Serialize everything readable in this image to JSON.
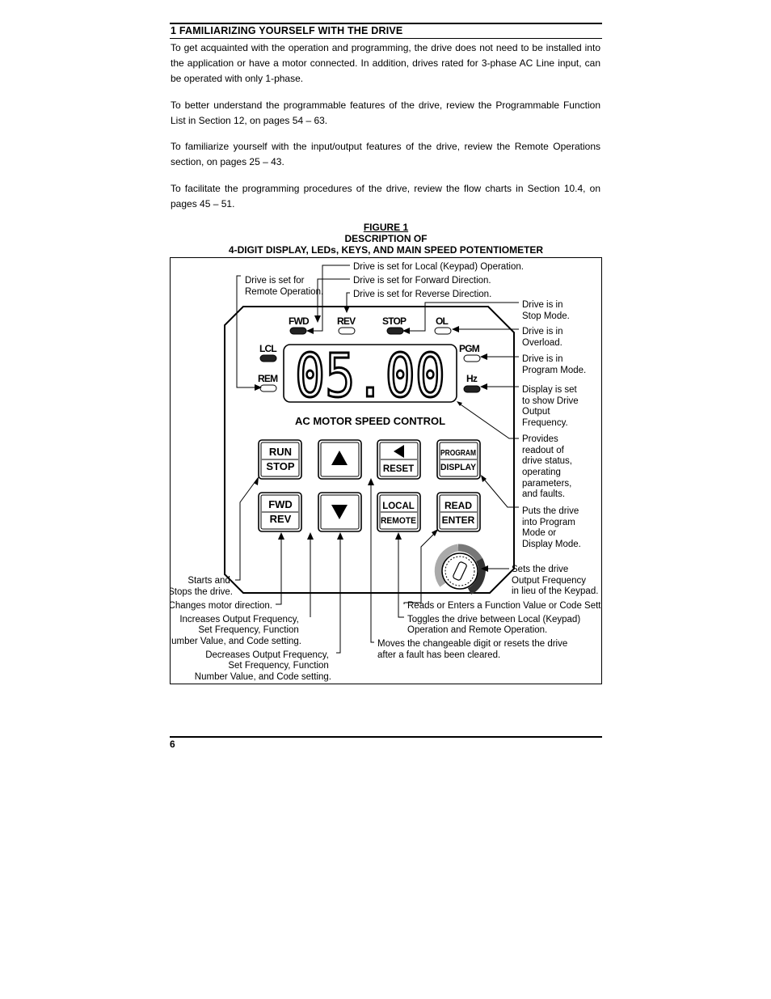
{
  "section": {
    "title": "1    FAMILIARIZING YOURSELF WITH THE DRIVE"
  },
  "paragraphs": [
    "To get acquainted with the operation and programming, the drive does not need to be installed into the application or have a motor connected. In addition, drives rated for 3-phase AC Line input, can be operated with only 1-phase.",
    "To better understand the programmable features of the drive, review the Programmable Function List in Section 12, on pages 54 – 63.",
    "To familiarize yourself with the input/output features of the drive, review the Remote Operations section, on pages 25 – 43.",
    "To facilitate the programming procedures of the drive, review the flow charts in Section 10.4, on pages 45 – 51."
  ],
  "figure": {
    "number": "FIGURE 1",
    "caption_line1": "DESCRIPTION OF",
    "caption_line2": "4-DIGIT DISPLAY, LEDs, KEYS, AND MAIN SPEED POTENTIOMETER",
    "display_value": "05.00",
    "panel_title": "AC MOTOR SPEED CONTROL",
    "leds": {
      "fwd": "FWD",
      "rev": "REV",
      "stop": "STOP",
      "ol": "OL",
      "lcl": "LCL",
      "rem": "REM",
      "pgm": "PGM",
      "hz": "Hz"
    },
    "keys": {
      "run": "RUN",
      "stop": "STOP",
      "fwd": "FWD",
      "rev": "REV",
      "reset": "RESET",
      "local": "LOCAL",
      "remote": "REMOTE",
      "program": "PROGRAM",
      "display": "DISPLAY",
      "read": "READ",
      "enter": "ENTER"
    },
    "callouts": {
      "remote_op": [
        "Drive is set for",
        "Remote Operation."
      ],
      "local_op": "Drive is set for Local (Keypad) Operation.",
      "forward": "Drive is set for Forward Direction.",
      "reverse": "Drive is set for Reverse Direction.",
      "stop_mode": [
        "Drive is in",
        "Stop Mode."
      ],
      "overload": [
        "Drive is in",
        "Overload."
      ],
      "program_mode": [
        "Drive is in",
        "Program Mode."
      ],
      "output_freq": [
        "Display is set",
        "to show Drive",
        "Output",
        "Frequency."
      ],
      "readout": [
        "Provides",
        "readout of",
        "drive status,",
        "operating",
        "parameters,",
        "and faults."
      ],
      "program_key": [
        "Puts the drive",
        "into Program",
        "Mode or",
        "Display Mode."
      ],
      "pot": [
        "Sets the drive",
        "Output Frequency",
        "in lieu of the Keypad."
      ],
      "run_key": [
        "Starts and",
        "Stops the drive."
      ],
      "fwd_key": "Changes motor direction.",
      "enter_key": "Reads or Enters a Function Value or Code Setting.",
      "up_key": [
        "Increases Output Frequency,",
        "Set Frequency, Function",
        "Number Value, and Code setting."
      ],
      "local_key": [
        "Toggles the drive between Local (Keypad)",
        "Operation and Remote Operation."
      ],
      "reset_key": [
        "Moves the changeable digit or resets the drive",
        "after a fault has been cleared."
      ],
      "down_key": [
        "Decreases Output Frequency,",
        "Set Frequency, Function",
        "Number Value, and Code setting."
      ]
    }
  },
  "page_number": "6"
}
